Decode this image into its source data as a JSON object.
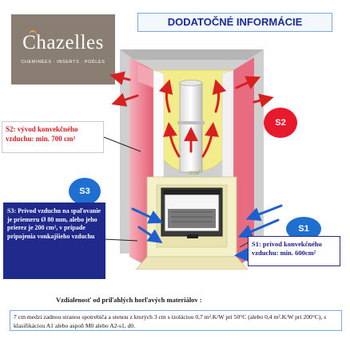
{
  "logo": {
    "brand": "Chazelles",
    "tagline": "CHEMINÉES · INSERTS · POÊLES"
  },
  "header": {
    "title": "DODATOČNÉ INFORMÁCIE"
  },
  "labels": {
    "s2": {
      "badge": "S2",
      "text": "S2: vývod konvekčného vzduchu: min. 700 cm²"
    },
    "s3": {
      "badge": "S3",
      "text": "S3: Prívod vzduchu na spaľovanie je priemeru Ø 80 mm, alebo jeho prierez je 200 cm², v prípade pripojenia vonkajšieho vzduchu"
    },
    "s1": {
      "badge": "S1",
      "text": "S1: prívod konvekčného vzduchu: min. 600cm²"
    }
  },
  "distance": {
    "title": "Vzdialenosť od priľahlých horľavých materiálov :",
    "note": "7 cm medzi zadnou stranou spotrebiča a stenou z ktorých 3 cm s izoláciou 0,7 m².K/W pri 50°C (alebo 0,4 m².K/W pri 200°C), s klasifikáciou A1 alebo aspoň M0 alebo A2-s1, d0."
  },
  "colors": {
    "accent_red": "#e8192c",
    "accent_blue": "#1e6fd0",
    "header_text": "#1a2a9a",
    "wall_pink": "#ec7d8e",
    "hood_yellow": "#f3ec8a",
    "frame_cream": "#f4f0c8",
    "logo_bg": "#8a7d72"
  }
}
